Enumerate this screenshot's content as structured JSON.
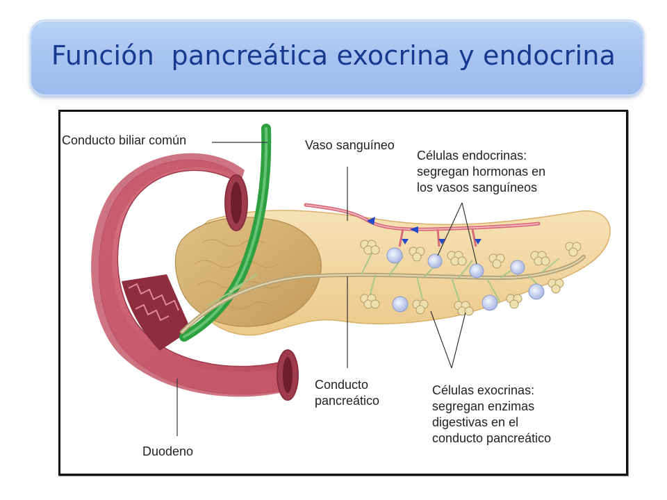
{
  "title": "Función  pancreática exocrina y endocrina",
  "labels": {
    "bile_duct": "Conducto biliar común",
    "blood_vessel": "Vaso sanguíneo",
    "endocrine": {
      "line1": "Células endocrinas:",
      "line2": "segregan hormonas en",
      "line3": "los vasos sanguíneos"
    },
    "pancreatic_duct": {
      "line1": "Conducto",
      "line2": "pancreático"
    },
    "exocrine": {
      "line1": "Células exocrinas:",
      "line2": "segregan enzimas",
      "line3": "digestivas en el",
      "line4": "conducto pancreático"
    },
    "duodenum": "Duodeno"
  },
  "colors": {
    "title_text": "#17398e",
    "banner": "#a9c4f1",
    "duodenum": "#c9596a",
    "pancreas": "#f3d9a8",
    "bile_duct": "#2fa040",
    "blood_vessel": "#d96a78",
    "islet": "#c9d3f0"
  }
}
